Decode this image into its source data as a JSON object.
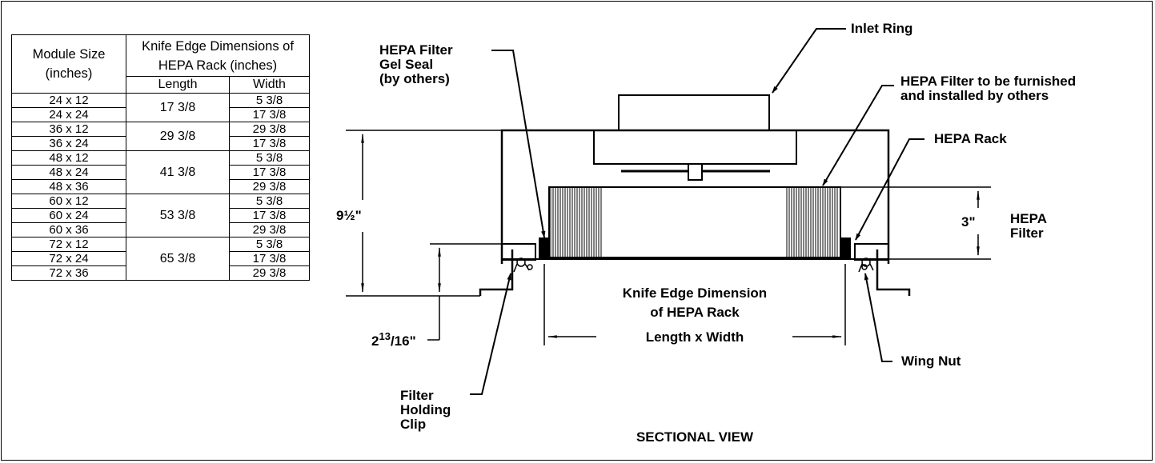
{
  "table": {
    "col_module": "Module Size (inches)",
    "col_knife": "Knife Edge Dimensions of HEPA Rack (inches)",
    "col_length": "Length",
    "col_width": "Width",
    "groups": [
      {
        "length": "17 3/8",
        "rows": [
          {
            "module": "24 x 12",
            "width": "5 3/8"
          },
          {
            "module": "24 x 24",
            "width": "17 3/8"
          }
        ]
      },
      {
        "length": "29 3/8",
        "rows": [
          {
            "module": "36 x 12",
            "width": "29 3/8"
          },
          {
            "module": "36 x 24",
            "width": "17 3/8"
          }
        ]
      },
      {
        "length": "41 3/8",
        "rows": [
          {
            "module": "48 x 12",
            "width": "5 3/8"
          },
          {
            "module": "48 x 24",
            "width": "17 3/8"
          },
          {
            "module": "48 x 36",
            "width": "29 3/8"
          }
        ]
      },
      {
        "length": "53 3/8",
        "rows": [
          {
            "module": "60 x 12",
            "width": "5 3/8"
          },
          {
            "module": "60 x 24",
            "width": "17 3/8"
          },
          {
            "module": "60 x 36",
            "width": "29 3/8"
          }
        ]
      },
      {
        "length": "65 3/8",
        "rows": [
          {
            "module": "72 x 12",
            "width": "5 3/8"
          },
          {
            "module": "72 x 24",
            "width": "17 3/8"
          },
          {
            "module": "72 x 36",
            "width": "29 3/8"
          }
        ]
      }
    ]
  },
  "labels": {
    "inlet_ring": "Inlet Ring",
    "gel_seal_1": "HEPA Filter",
    "gel_seal_2": "Gel Seal",
    "gel_seal_3": "(by others)",
    "filter_furnished_1": "HEPA Filter to be furnished",
    "filter_furnished_2": "and installed by others",
    "hepa_rack": "HEPA Rack",
    "hepa_filter_1": "HEPA",
    "hepa_filter_2": "Filter",
    "dim_height": "9½\"",
    "dim_filter": "3\"",
    "dim_offset_base": "2",
    "dim_offset_sup": "13",
    "dim_offset_tail": "/16\"",
    "knife_1": "Knife Edge Dimension",
    "knife_2": "of HEPA Rack",
    "knife_3": "Length x Width",
    "wing_nut": "Wing Nut",
    "clip_1": "Filter",
    "clip_2": "Holding",
    "clip_3": "Clip",
    "view_title": "SECTIONAL VIEW"
  }
}
